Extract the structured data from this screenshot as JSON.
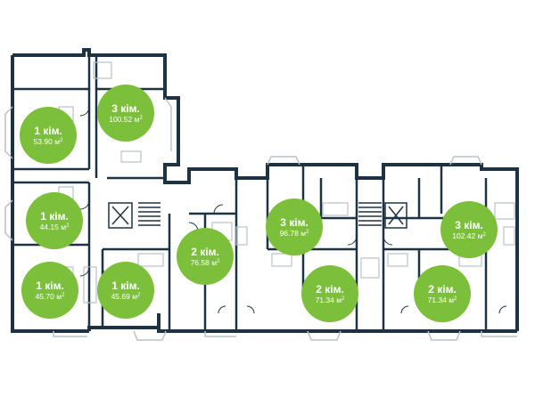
{
  "theme": {
    "wall_color": "#1d3242",
    "badge_color": "#7bbf3a",
    "fixture_color": "#b9c2c8"
  },
  "area_unit": "м",
  "apartments": [
    {
      "rooms": "1 кім.",
      "area": "53.90"
    },
    {
      "rooms": "3 кім.",
      "area": "100.52"
    },
    {
      "rooms": "1 кім.",
      "area": "44.15"
    },
    {
      "rooms": "1 кім.",
      "area": "45.70"
    },
    {
      "rooms": "1 кім.",
      "area": "45.69"
    },
    {
      "rooms": "2 кім.",
      "area": "76.58"
    },
    {
      "rooms": "3 кім.",
      "area": "96.78"
    },
    {
      "rooms": "2 кім.",
      "area": "71.34"
    },
    {
      "rooms": "2 кім.",
      "area": "71.34"
    },
    {
      "rooms": "3 кім.",
      "area": "102.42"
    }
  ]
}
